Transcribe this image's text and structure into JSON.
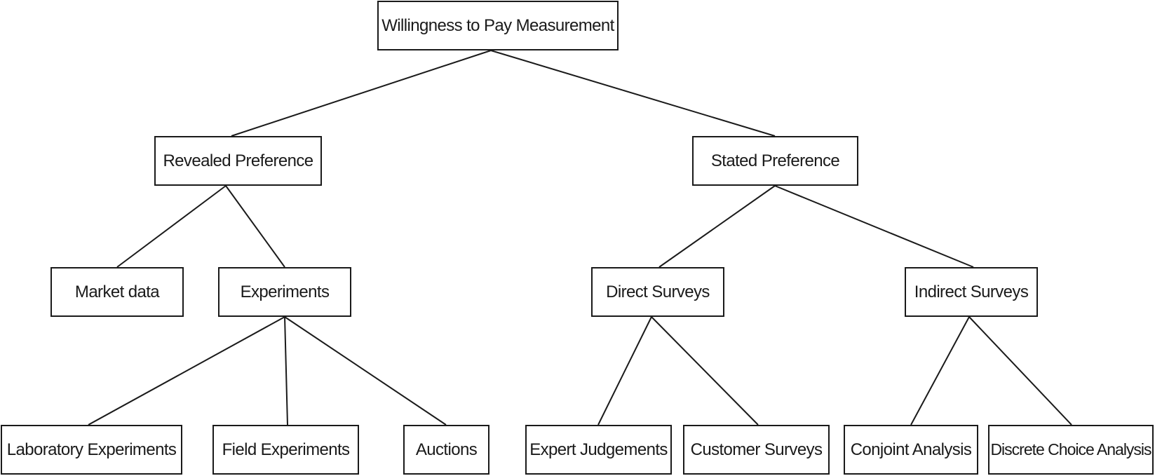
{
  "diagram": {
    "type": "tree",
    "line_color": "#1a1a1a",
    "nodes": {
      "root": {
        "label": "Willingness to Pay Measurement"
      },
      "revealed": {
        "label": "Revealed Preference"
      },
      "stated": {
        "label": "Stated Preference"
      },
      "market": {
        "label": "Market data"
      },
      "experiments": {
        "label": "Experiments"
      },
      "direct": {
        "label": "Direct Surveys"
      },
      "indirect": {
        "label": "Indirect Surveys"
      },
      "lab": {
        "label": "Laboratory Experiments"
      },
      "field": {
        "label": "Field Experiments"
      },
      "auctions": {
        "label": "Auctions"
      },
      "expert": {
        "label": "Expert Judgements"
      },
      "customer": {
        "label": "Customer Surveys"
      },
      "conjoint": {
        "label": "Conjoint Analysis"
      },
      "discrete": {
        "label": "Discrete Choice Analysis"
      }
    },
    "edges": [
      [
        "root",
        "revealed"
      ],
      [
        "root",
        "stated"
      ],
      [
        "revealed",
        "market"
      ],
      [
        "revealed",
        "experiments"
      ],
      [
        "stated",
        "direct"
      ],
      [
        "stated",
        "indirect"
      ],
      [
        "experiments",
        "lab"
      ],
      [
        "experiments",
        "field"
      ],
      [
        "experiments",
        "auctions"
      ],
      [
        "direct",
        "expert"
      ],
      [
        "direct",
        "customer"
      ],
      [
        "indirect",
        "conjoint"
      ],
      [
        "indirect",
        "discrete"
      ]
    ]
  }
}
